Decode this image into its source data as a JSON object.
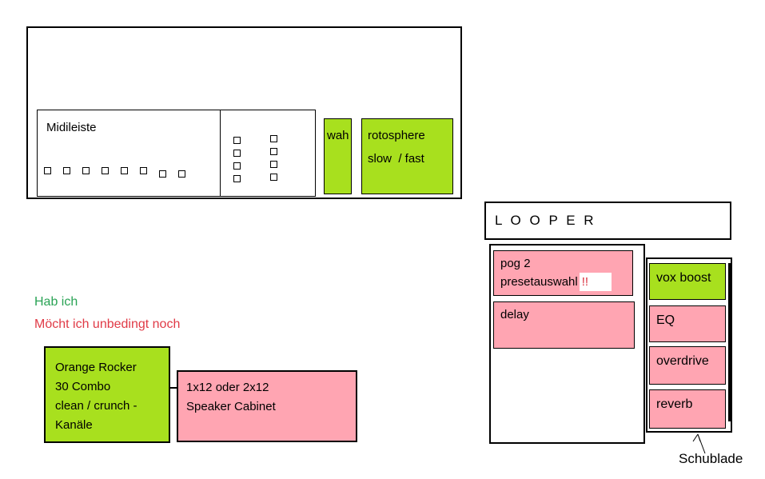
{
  "colors": {
    "box_green": "#a8e01e",
    "box_pink": "#ffa5b2",
    "have_green": "#2aa355",
    "want_red": "#e03a46",
    "alert_red": "#d9303e"
  },
  "top_unit": {
    "midi_label": "Midileiste",
    "wah_label": "wah",
    "rotosphere": {
      "line1": "rotosphere",
      "line2": "slow  / fast"
    }
  },
  "looper": {
    "title": "L O O P E R"
  },
  "loop_unit": {
    "pog": {
      "line1": "pog 2",
      "line2": "presetauswahl",
      "alert": "!!"
    },
    "delay": "delay"
  },
  "drawer": {
    "items": [
      {
        "label": "vox boost",
        "color": "green"
      },
      {
        "label": "EQ",
        "color": "pink"
      },
      {
        "label": "overdrive",
        "color": "pink"
      },
      {
        "label": "reverb",
        "color": "pink"
      }
    ],
    "label": "Schublade"
  },
  "legend": {
    "have": "Hab ich",
    "want": "Möcht ich unbedingt noch"
  },
  "amp": {
    "line1": "Orange Rocker",
    "line2": "30 Combo",
    "line3": "clean / crunch -",
    "line4": "Kanäle"
  },
  "cabinet": {
    "line1": "1x12 oder 2x12",
    "line2": "Speaker Cabinet"
  }
}
